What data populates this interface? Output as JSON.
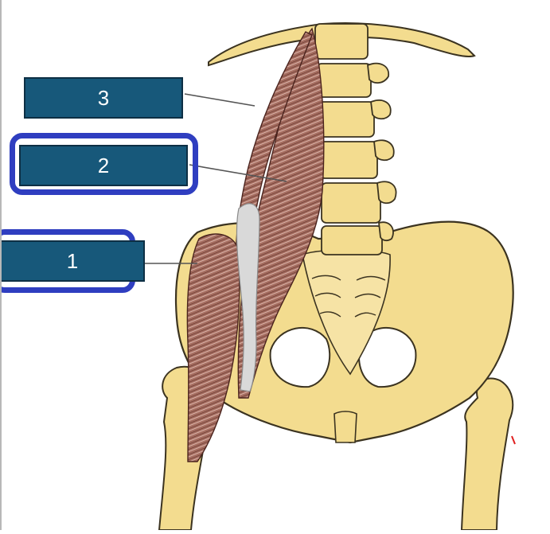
{
  "labels": [
    {
      "id": "3",
      "text": "3",
      "highlighted": false
    },
    {
      "id": "2",
      "text": "2",
      "highlighted": true
    },
    {
      "id": "1",
      "text": "1",
      "highlighted": true
    }
  ],
  "colors": {
    "label_fill": "#17587a",
    "label_border": "#0d2f44",
    "highlight_ring": "#2f3ec0",
    "bone": "#f3dc8f",
    "bone_outline": "#3b3320",
    "muscle": "#a56d60",
    "tendon": "#d9d9d9"
  }
}
